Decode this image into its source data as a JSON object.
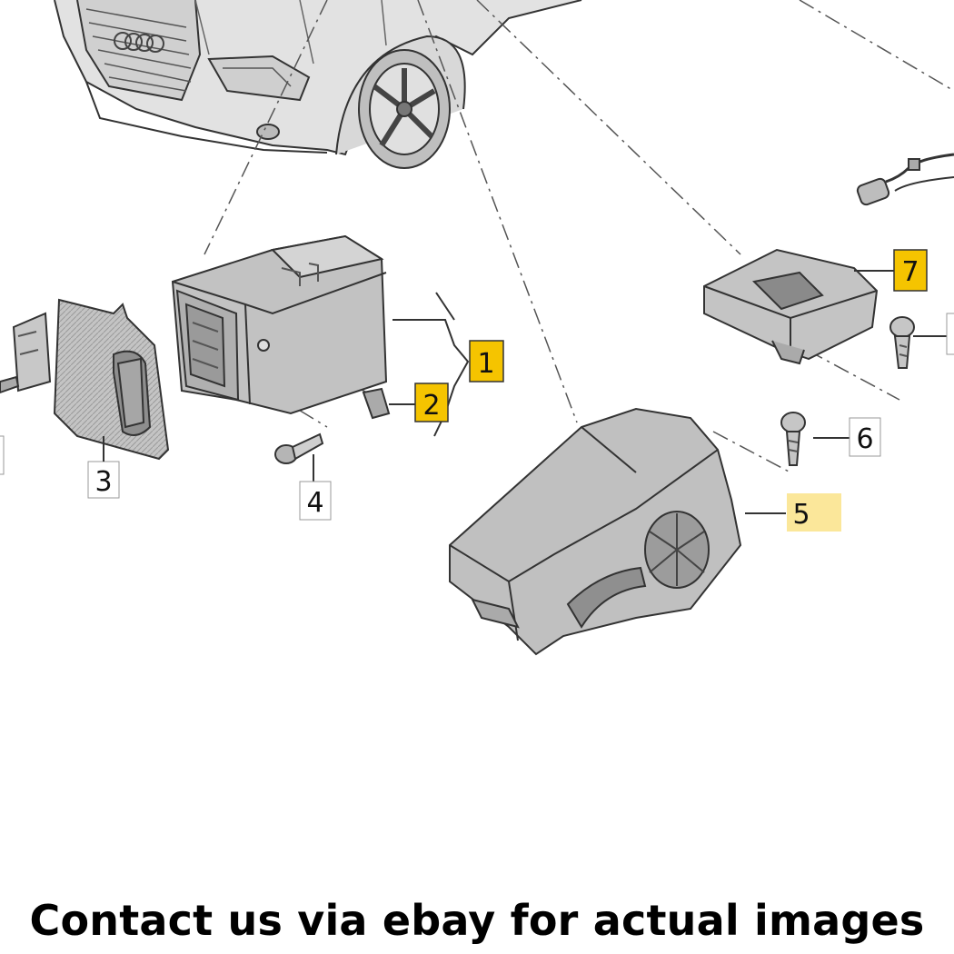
{
  "diagram": {
    "callouts": [
      {
        "id": "1",
        "label": "1",
        "highlighted": true
      },
      {
        "id": "2",
        "label": "2",
        "highlighted": true
      },
      {
        "id": "3",
        "label": "3",
        "highlighted": false
      },
      {
        "id": "4",
        "label": "4",
        "highlighted": false
      },
      {
        "id": "5",
        "label": "5",
        "highlighted": true
      },
      {
        "id": "6",
        "label": "6",
        "highlighted": false
      },
      {
        "id": "7",
        "label": "7",
        "highlighted": true
      }
    ],
    "colors": {
      "highlight": "#f5c400",
      "highlight_soft": "#fbe79a",
      "part_fill": "#bdbdbd",
      "part_dark": "#8e8e8e",
      "line": "#333333",
      "background": "#ffffff"
    }
  },
  "footer": {
    "text": "Contact us via ebay for actual images"
  }
}
